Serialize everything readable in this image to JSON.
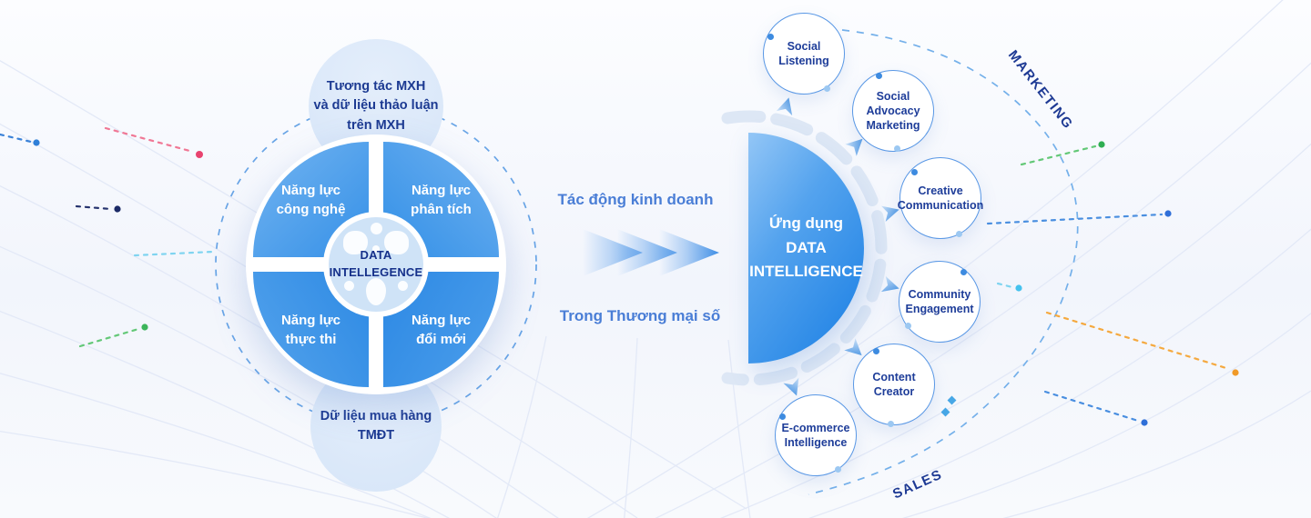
{
  "palette": {
    "primary_blue": "#2f8ce6",
    "light_blue_fill": "#dbe8f9",
    "navy_text": "#1c3a92",
    "transition_label_blue": "#4a7ed6",
    "green_accent": "#3cb55b",
    "red_accent": "#e8436f",
    "orange_accent": "#f09a28",
    "cyan_accent": "#45c2ee"
  },
  "icons": [
    "chevron-arrow-icon",
    "pointer-arrow-icon",
    "dashed-orbit-icon",
    "connector-dot",
    "diamond-dot",
    "comet-line"
  ],
  "input_wheel": {
    "top_source": "Tương tác MXH\nvà dữ liệu thảo luận\ntrên MXH",
    "bottom_source": "Dữ liệu mua hàng\nTMĐT",
    "center_label": "DATA\nINTELLEGENCE",
    "quadrants": [
      {
        "label": "Năng lực\ncông nghệ"
      },
      {
        "label": "Năng lực\nphân tích"
      },
      {
        "label": "Năng lực\nthực thi"
      },
      {
        "label": "Năng lực\nđổi mới"
      }
    ]
  },
  "transition": {
    "top_label": "Tác động kinh doanh",
    "bottom_label": "Trong Thương mại số"
  },
  "application_hub": {
    "title": "Ứng dụng\nDATA\nINTELLIGENCE",
    "applications": [
      {
        "label": "Social\nListening"
      },
      {
        "label": "Social\nAdvocacy\nMarketing"
      },
      {
        "label": "Creative\nCommunication"
      },
      {
        "label": "Community\nEngagement"
      },
      {
        "label": "Content\nCreator"
      },
      {
        "label": "E-commerce\nIntelligence"
      }
    ],
    "categories": [
      {
        "label": "MARKETING"
      },
      {
        "label": "SALES"
      }
    ]
  }
}
